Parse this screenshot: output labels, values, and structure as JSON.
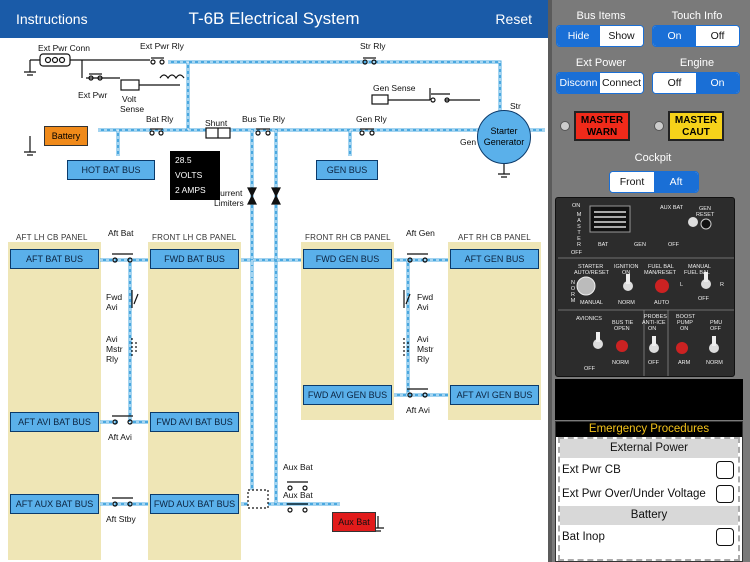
{
  "header": {
    "instructions": "Instructions",
    "title": "T-6B Electrical System",
    "reset": "Reset"
  },
  "diagram": {
    "labels": {
      "ext_pwr_conn": "Ext Pwr Conn",
      "ext_pwr_rly": "Ext Pwr Rly",
      "ext_pwr": "Ext Pwr",
      "volt_sense_1": "Volt",
      "volt_sense_2": "Sense",
      "str_rly": "Str Rly",
      "gen_sense": "Gen Sense",
      "str": "Str",
      "gen": "Gen",
      "battery": "Battery",
      "bat_rly": "Bat Rly",
      "shunt": "Shunt",
      "bus_tie_rly": "Bus Tie Rly",
      "gen_rly": "Gen Rly",
      "current_limiters_1": "Current",
      "current_limiters_2": "Limiters",
      "aft_bat": "Aft Bat",
      "aft_gen": "Aft Gen",
      "fwd_avi_1": "Fwd",
      "fwd_avi_2": "Avi",
      "fwd_avi_r1": "Fwd",
      "fwd_avi_r2": "Avi",
      "avi_mstr_1": "Avi",
      "avi_mstr_2": "Mstr",
      "avi_mstr_3": "Rly",
      "avi_mstr_r1": "Avi",
      "avi_mstr_r2": "Mstr",
      "avi_mstr_r3": "Rly",
      "aft_avi": "Aft Avi",
      "aft_avi_r": "Aft Avi",
      "aft_stby": "Aft Stby",
      "aux_bat_1": "Aux Bat",
      "aux_bat_2": "Aux Bat",
      "aux_bat_box": "Aux Bat"
    },
    "panels": {
      "aft_lh": "AFT LH CB PANEL",
      "front_lh": "FRONT LH CB PANEL",
      "front_rh": "FRONT RH CB PANEL",
      "aft_rh": "AFT RH CB PANEL"
    },
    "buses": {
      "hot_bat": "HOT BAT BUS",
      "gen": "GEN BUS",
      "aft_bat": "AFT BAT BUS",
      "fwd_bat": "FWD BAT BUS",
      "fwd_gen": "FWD GEN BUS",
      "aft_gen": "AFT GEN BUS",
      "aft_avi_bat": "AFT AVI BAT BUS",
      "fwd_avi_bat": "FWD AVI BAT BUS",
      "fwd_avi_gen": "FWD AVI GEN BUS",
      "aft_avi_gen": "AFT AVI GEN BUS",
      "aft_aux_bat": "AFT AUX BAT BUS",
      "fwd_aux_bat": "FWD AUX BAT BUS"
    },
    "readout": {
      "volts": "28.5 VOLTS",
      "amps": "2 AMPS"
    },
    "starter": {
      "line1": "Starter",
      "line2": "Generator"
    }
  },
  "sidebar": {
    "bus_items": {
      "label": "Bus Items",
      "options": [
        "Hide",
        "Show"
      ],
      "selected": "Hide"
    },
    "touch_info": {
      "label": "Touch Info",
      "options": [
        "On",
        "Off"
      ],
      "selected": "On"
    },
    "ext_power": {
      "label": "Ext Power",
      "options": [
        "Disconn",
        "Connect"
      ],
      "selected": "Disconn"
    },
    "engine": {
      "label": "Engine",
      "options": [
        "Off",
        "On"
      ],
      "selected": "On"
    },
    "master_warn": {
      "line1": "MASTER",
      "line2": "WARN",
      "color": "#f02a1a"
    },
    "master_caut": {
      "line1": "MASTER",
      "line2": "CAUT",
      "color": "#f6d21a"
    },
    "cockpit": {
      "label": "Cockpit",
      "options": [
        "Front",
        "Aft"
      ],
      "selected": "Front"
    },
    "cockpit_panel": {
      "on": "ON",
      "master": "MASTER",
      "off": "OFF",
      "bat": "BAT",
      "gen": "GEN",
      "aux_bat": "AUX BAT",
      "off2": "OFF",
      "gen_reset": "GEN RESET",
      "starter": "STARTER",
      "auto_reset": "AUTO/RESET",
      "norm": "NORM",
      "manual": "MANUAL",
      "ignition": "IGNITION",
      "ign_on": "ON",
      "ign_norm": "NORM",
      "fuel_bal": "FUEL BAL",
      "man_reset": "MAN/RESET",
      "auto": "AUTO",
      "manual_fb": "MANUAL",
      "fuel_bal2": "FUEL BAL",
      "l": "L",
      "r": "R",
      "off3": "OFF",
      "avionics": "AVIONICS",
      "av_off": "OFF",
      "bus_tie": "BUS TIE",
      "open": "OPEN",
      "norm2": "NORM",
      "probes": "PROBES",
      "anti_ice": "ANTI-ICE",
      "probes_on": "ON",
      "probes_off": "OFF",
      "boost_pump": "BOOST",
      "pump": "PUMP",
      "bp_on": "ON",
      "arm": "ARM",
      "pmu": "PMU",
      "pmu_off": "OFF",
      "pmu_norm": "NORM"
    },
    "emergency": {
      "title": "Emergency Procedures",
      "sections": [
        {
          "title": "External Power",
          "items": [
            "Ext Pwr CB",
            "Ext Pwr Over/Under Voltage"
          ]
        },
        {
          "title": "Battery",
          "items": [
            "Bat Inop"
          ]
        }
      ]
    }
  },
  "colors": {
    "header": "#1a5ba8",
    "bus": "#5ab0ea",
    "wire": "#4aa8e0",
    "panel_bg": "#efe6b6",
    "sidebar": "#7a7a7a",
    "segment": "#1a6fd6"
  }
}
